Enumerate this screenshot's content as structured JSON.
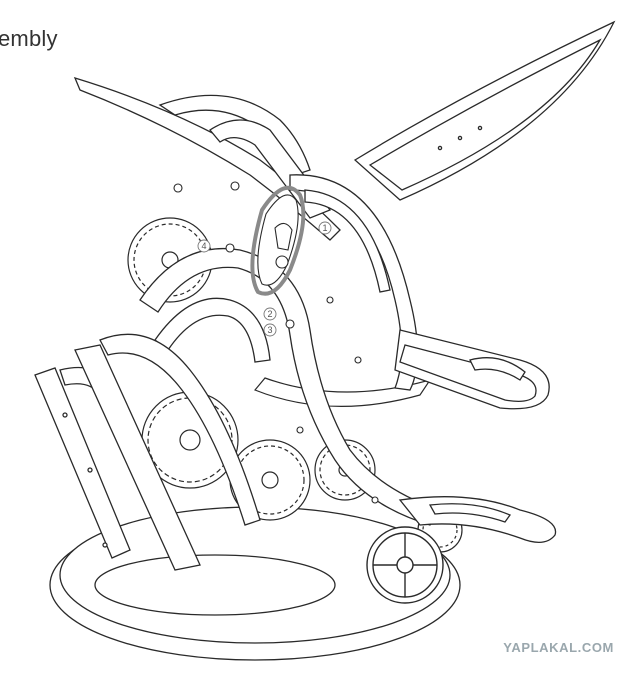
{
  "heading": {
    "text": "embly"
  },
  "callouts": [
    {
      "id": "1",
      "label": "1"
    },
    {
      "id": "2",
      "label": "2"
    },
    {
      "id": "3",
      "label": "3"
    },
    {
      "id": "4",
      "label": "4"
    }
  ],
  "watermark": {
    "text": "YAPLAKAL.COM"
  },
  "colors": {
    "line": "#2a2a2a",
    "highlight": "#8a8a8a",
    "watermark": "#9aa7ad"
  }
}
